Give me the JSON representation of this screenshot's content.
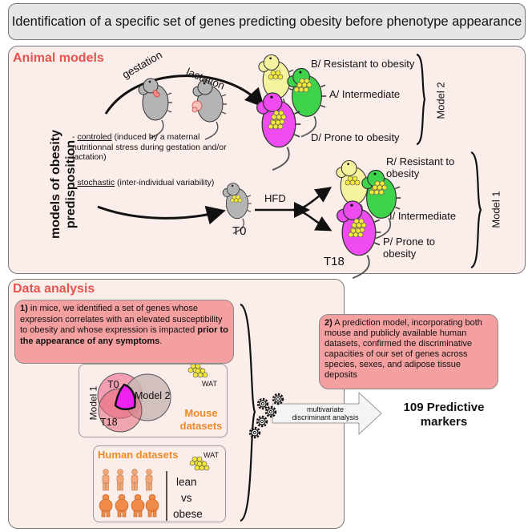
{
  "title": "Identification of a specific set of genes predicting obesity before phenotype appearance",
  "animal_models": {
    "label": "Animal models",
    "vertical_label": "models of obesity predisposition",
    "gestation": "gestation",
    "lactation": "lactation",
    "controlled_term": "controled",
    "controlled_desc": "(induced by a maternal nutritionnal stress during gestation and/or lactation)",
    "stochastic_term": "stochastic",
    "stochastic_desc": "(inter-individual variability)",
    "model2_label": "Model 2",
    "model2_items": [
      "B/ Resistant to obesity",
      "A/ Intermediate",
      "D/ Prone to obesity"
    ],
    "hfd": "HFD",
    "t0": "T0",
    "t18": "T18",
    "model1_label": "Model 1",
    "model1_items": [
      "R/ Resistant to obesity",
      "I/ Intermediate",
      "P/ Prone to obesity"
    ]
  },
  "data_analysis": {
    "label": "Data analysis",
    "box1_num": "1)",
    "box1_text_a": " in mice, we identified a set of genes whose expression correlates with an elevated susceptibility to obesity and whose expression is impacted ",
    "box1_bold": "prior to the appearance of any symptoms",
    "box1_end": ".",
    "venn": {
      "t0": "T0",
      "model2": "Model 2",
      "model1": "Model 1",
      "t18": "T18"
    },
    "wat": "WAT",
    "mouse_datasets": "Mouse datasets",
    "human_datasets": "Human datasets",
    "lean": "lean",
    "vs": "vs",
    "obese": "obese",
    "box2_num": "2)",
    "box2_text": " A prediction model, incorporating both mouse and publicly available human datasets, confirmed the discriminative capacities of our set of genes across species, sexes, and adipose tissue deposits",
    "mda": "multivariate discriminant analysis",
    "result": "109 Predictive markers"
  },
  "colors": {
    "pink_panel": "#fbeeea",
    "pink_box": "#f4a0a0",
    "accent": "#e8524f",
    "orange": "#f08a26",
    "mouse_yellow": "#f6f3a0",
    "mouse_green": "#3ed34a",
    "mouse_magenta": "#ee4cf0",
    "mouse_grey": "#b4b4b4"
  }
}
